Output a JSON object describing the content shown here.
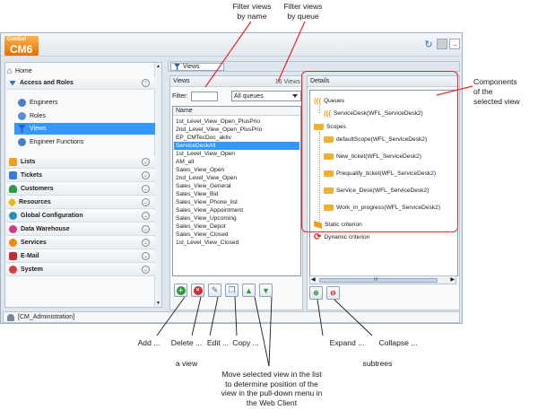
{
  "annotations": {
    "filter_name": "Filter views\nby name",
    "filter_queue": "Filter views\nby queue",
    "components": "Components\nof the\nselected view",
    "add": "Add ...",
    "delete": "Delete ...",
    "edit": "Edit ...",
    "copy": "Copy ...",
    "a_view": "a view",
    "expand": "Expand ...",
    "collapse": "Collapse ...",
    "subtrees": "subtrees",
    "move": "Move selected view in the list\nto determine position of the\nview in the pull-down menu in\nthe Web Client"
  },
  "app": {
    "logo_top": "ConSol",
    "logo_main": "CM6",
    "status_user": "[CM_Administration]"
  },
  "nav": {
    "home": "Home",
    "groups": [
      {
        "label": "Access and Roles",
        "icon": "access-roles-icon",
        "color": "#3a6fc4"
      },
      {
        "label": "Lists",
        "icon": "lists-icon",
        "color": "#f0a020"
      },
      {
        "label": "Tickets",
        "icon": "tickets-icon",
        "color": "#3b7dd8"
      },
      {
        "label": "Customers",
        "icon": "customers-icon",
        "color": "#2f9c4a"
      },
      {
        "label": "Resources",
        "icon": "resources-icon",
        "color": "#f0b800"
      },
      {
        "label": "Global Configuration",
        "icon": "globe-icon",
        "color": "#2a8fc0"
      },
      {
        "label": "Data Warehouse",
        "icon": "data-warehouse-icon",
        "color": "#d23a8c"
      },
      {
        "label": "Services",
        "icon": "services-icon",
        "color": "#f08a00"
      },
      {
        "label": "E-Mail",
        "icon": "email-icon",
        "color": "#c03030"
      },
      {
        "label": "System",
        "icon": "system-icon",
        "color": "#d04040"
      }
    ],
    "sub_items": [
      "Engineers",
      "Roles",
      "Views",
      "Engineer Functions"
    ]
  },
  "tab": {
    "label": "Views"
  },
  "views_panel": {
    "title": "Views",
    "count": "16 Views",
    "filter_label": "Filter:",
    "queue_value": "All queues",
    "column": "Name",
    "items": [
      "1st_Level_View_Open_PlusPrio",
      "2nd_Level_View_Open_PlusPrio",
      "EP_CMTecDoc_aktiv",
      "ServiceDeskAll",
      "1st_Level_View_Open",
      "AM_all",
      "Sales_View_Open",
      "2nd_Level_View_Open",
      "Sales_View_General",
      "Sales_View_Bid",
      "Sales_View_Phone_list",
      "Sales_View_Appointment",
      "Sales_View_Upcoming",
      "Sales_View_Depot",
      "Sales_View_Closed",
      "1st_Level_View_Closed"
    ],
    "selected_index": 3
  },
  "details_panel": {
    "title": "Details",
    "queues_label": "Queues",
    "queue_item": "ServiceDesk(WFL_ServiceDesk2)",
    "scopes_label": "Scopes",
    "scopes": [
      "defaultScope(WFL_ServiceDesk2)",
      "New_ticket(WFL_ServiceDesk2)",
      "Prequalify_ticket(WFL_ServiceDesk2)",
      "Service_Desk(WFL_ServiceDesk2)",
      "Work_in_progress(WFL_ServiceDesk2)"
    ],
    "static": "Static criterion",
    "dynamic": "Dynamic criterion",
    "scroll_mark": "III"
  },
  "colors": {
    "selection": "#3399ff",
    "annotation_red": "#e8262a",
    "logo_orange": "#f08a1c"
  }
}
